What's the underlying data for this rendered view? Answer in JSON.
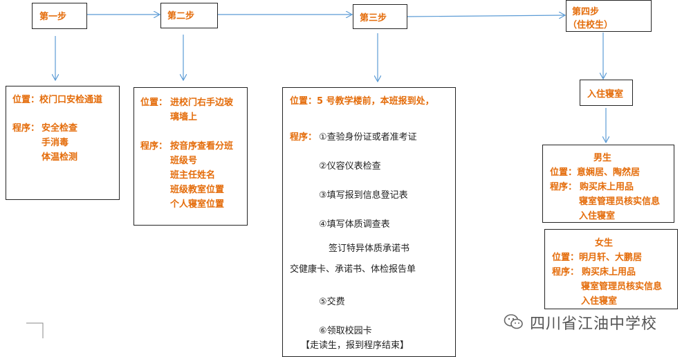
{
  "steps": {
    "s1": "第一步",
    "s2": "第二步",
    "s3": "第三步",
    "s4_line1": "第四步",
    "s4_line2": "（住校生）"
  },
  "box1": {
    "location": "位置：校门口安检通道",
    "proc_label": "程序：",
    "proc": [
      "安全检查",
      "手消毒",
      "体温检测"
    ]
  },
  "box2": {
    "loc_label": "位置：",
    "loc_lines": [
      "进校门右手边玻",
      "璃墙上"
    ],
    "proc_label": "程序：",
    "proc": [
      "按音序查看分班",
      "班级号",
      "班主任姓名",
      "班级教室位置",
      "个人寝室位置"
    ]
  },
  "box3": {
    "location": "位置：5 号教学楼前，本班报到处，",
    "proc_label": "程序：",
    "items": [
      "①查验身份证或者准考证",
      "②仪容仪表检查",
      "③填写报到信息登记表",
      "④填写体质调查表",
      "签订特异体质承诺书",
      "交健康卡、承诺书、体检报告单",
      "⑤交费",
      "⑥领取校园卡",
      "【走读生，报到程序结束】"
    ]
  },
  "dorm": {
    "label": "入住寝室"
  },
  "male": {
    "title": "男生",
    "loc": "位置：意娴居、陶然居",
    "proc_label": "程序：",
    "proc": [
      "购买床上用品",
      "寝室管理员核实信息",
      "入住寝室"
    ]
  },
  "female": {
    "title": "女生",
    "loc": "位置：明月轩、大鹏居",
    "proc_label": "程序：",
    "proc": [
      "购买床上用品",
      "寝室管理员核实信息",
      "入住寝室"
    ]
  },
  "watermark": {
    "text": "四川省江油中学校",
    "icon": "wechat-icon"
  },
  "colors": {
    "accent": "#e46c0a",
    "arrow": "#5b9bd5"
  }
}
